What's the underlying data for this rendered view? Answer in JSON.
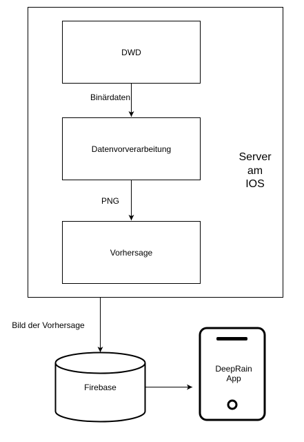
{
  "diagram": {
    "server": {
      "label_lines": [
        "Server",
        "am",
        "IOS"
      ]
    },
    "boxes": {
      "dwd": "DWD",
      "preprocessing": "Datenvorverarbeitung",
      "prediction": "Vorhersage"
    },
    "edges": {
      "binary": "Binärdaten",
      "png": "PNG",
      "image": "Bild der Vorhersage"
    },
    "firebase": "Firebase",
    "app": {
      "label_lines": [
        "DeepRain",
        "App"
      ]
    }
  }
}
